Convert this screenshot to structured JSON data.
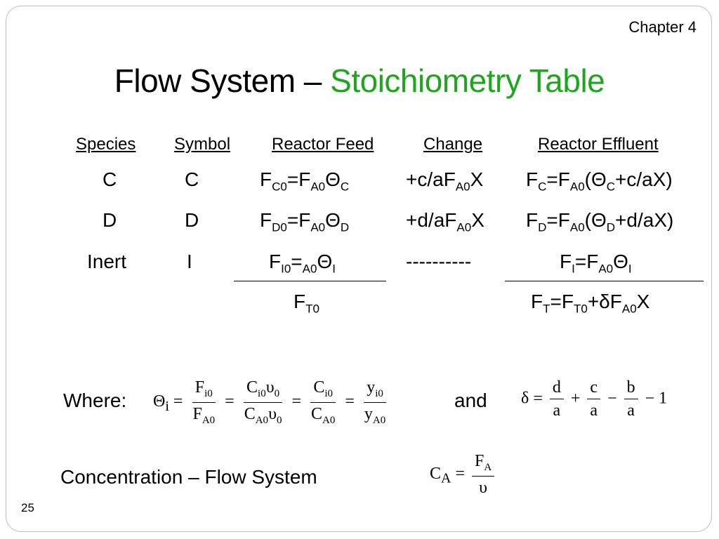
{
  "header": {
    "chapter": "Chapter 4"
  },
  "title": {
    "main": "Flow System – ",
    "accent": "Stoichiometry Table",
    "accent_color": "#1ea61e"
  },
  "table": {
    "headers": [
      "Species",
      "Symbol",
      "Reactor Feed",
      "Change",
      "Reactor Effluent"
    ],
    "rows": [
      {
        "species": "C",
        "symbol": "C",
        "feed": "FC0=FA0ΘC",
        "change": "+c/aFA0X",
        "effluent": "FC=FA0(ΘC+c/aX)"
      },
      {
        "species": "D",
        "symbol": "D",
        "feed": "FD0=FA0ΘD",
        "change": "+d/aFA0X",
        "effluent": "FD=FA0(ΘD+d/aX)"
      },
      {
        "species": "Inert",
        "symbol": "I",
        "feed": "FI0=A0ΘI",
        "change": "----------",
        "effluent": "FI=FA0ΘI"
      }
    ],
    "totals": {
      "feed": "FT0",
      "effluent": "FT=FT0+δFA0X"
    }
  },
  "where": {
    "label": "Where:",
    "theta": "Θi = Fi0/FA0 = Ci0υ0/CA0υ0 = Ci0/CA0 = yi0/yA0",
    "and": "and",
    "delta": "δ = d/a + c/a − b/a − 1"
  },
  "concentration": {
    "label": "Concentration – Flow System",
    "formula": "CA = FA/υ"
  },
  "footer": {
    "page_number": "25"
  }
}
